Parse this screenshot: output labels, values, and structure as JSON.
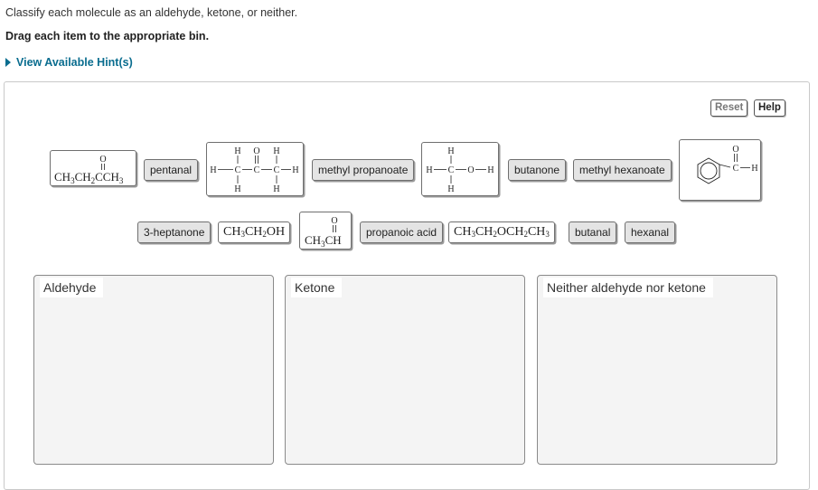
{
  "instructions": {
    "line1": "Classify each molecule as an aldehyde, ketone, or neither.",
    "line2": "Drag each item to the appropriate bin.",
    "hint": "View Available Hint(s)"
  },
  "buttons": {
    "reset": "Reset",
    "help": "Help"
  },
  "items": {
    "pentanal": "pentanal",
    "methyl_propanoate": "methyl propanoate",
    "butanone": "butanone",
    "methyl_hexanoate": "methyl hexanoate",
    "heptanone": "3-heptanone",
    "propanoic_acid": "propanoic acid",
    "butanal": "butanal",
    "hexanal": "hexanal"
  },
  "structures": {
    "ketone_formula": {
      "main": "CH",
      "s1": "3",
      "mid": "CH",
      "s2": "2",
      "tail": "CCH",
      "s3": "3",
      "carbonyl_o": "O"
    },
    "ethanol_formula": {
      "a": "CH",
      "s1": "3",
      "b": "CH",
      "s2": "2",
      "c": "OH"
    },
    "acetaldehyde_formula": {
      "a": "CH",
      "s1": "3",
      "b": "CH",
      "o": "O"
    },
    "ether_formula": {
      "a": "CH",
      "s1": "3",
      "b": "CH",
      "s2": "2",
      "c": "OCH",
      "s3": "2",
      "d": "CH",
      "s4": "3"
    },
    "acetaldehyde_struct": {
      "h": "H",
      "c": "C",
      "o": "O"
    },
    "methanol_struct": {
      "h": "H",
      "c": "C",
      "o": "O"
    },
    "benzaldehyde": {
      "o": "O",
      "c": "C",
      "h": "H"
    }
  },
  "bins": {
    "aldehyde": "Aldehyde",
    "ketone": "Ketone",
    "neither": "Neither aldehyde nor ketone"
  }
}
